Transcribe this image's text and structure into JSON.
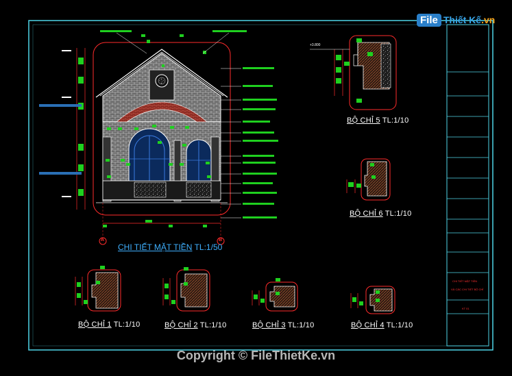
{
  "watermark": {
    "logo_box": "File",
    "logo_rest_a": "Thiết Kế",
    "logo_rest_b": ".vn",
    "copyright": "Copyright © FileThietKe.vn"
  },
  "main_elevation": {
    "title": "CHI TIẾT MẶT TIỀN",
    "scale": "TL:1/50",
    "grid_left": "A",
    "grid_right": "B"
  },
  "details": [
    {
      "title": "BỘ CHỈ 1",
      "scale": "TL:1/10"
    },
    {
      "title": "BỘ CHỈ 2",
      "scale": "TL:1/10"
    },
    {
      "title": "BỘ CHỈ 3",
      "scale": "TL:1/10"
    },
    {
      "title": "BỘ CHỈ 4",
      "scale": "TL:1/10"
    },
    {
      "title": "BỘ CHỈ 5",
      "scale": "TL:1/10"
    },
    {
      "title": "BỘ CHỈ 6",
      "scale": "TL:1/10"
    }
  ],
  "detail5_level": "+3.800",
  "title_block": {
    "line1": "CHI TIẾT MẶT TIỀN",
    "line2": "VÀ CÁC CHI TIẾT BỘ CHỈ",
    "code": "KT 01"
  },
  "colors": {
    "background": "#000000",
    "frame": "#4fd6e8",
    "dimension": "#ff2b2b",
    "annotation": "#1fd01f",
    "title": "#3fb0ff",
    "text": "#ffffff"
  }
}
